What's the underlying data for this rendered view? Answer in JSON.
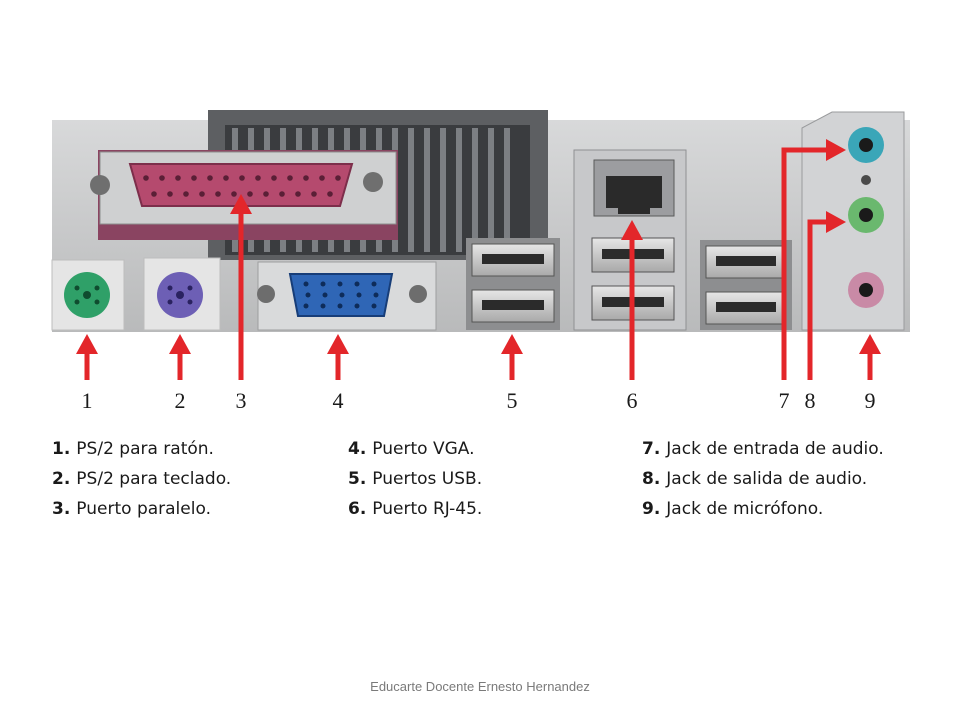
{
  "colors": {
    "arrow": "#e3262a",
    "panel": "#c9cacb",
    "ps2_mouse": "#2fa068",
    "ps2_keyboard": "#6d5fb5",
    "parallel": "#b54a6e",
    "vga": "#2f66b6",
    "audio_in": "#3aa6b8",
    "audio_out": "#6ab86e",
    "mic": "#c98aa6"
  },
  "numbers": [
    "1",
    "2",
    "3",
    "4",
    "5",
    "6",
    "7",
    "8",
    "9"
  ],
  "legend": {
    "col1": [
      {
        "num": "1.",
        "text": "PS/2 para ratón."
      },
      {
        "num": "2.",
        "text": "PS/2 para teclado."
      },
      {
        "num": "3.",
        "text": "Puerto paralelo."
      }
    ],
    "col2": [
      {
        "num": "4.",
        "text": "Puerto VGA."
      },
      {
        "num": "5.",
        "text": "Puertos USB."
      },
      {
        "num": "6.",
        "text": "Puerto RJ-45."
      }
    ],
    "col3": [
      {
        "num": "7.",
        "text": "Jack de entrada de audio."
      },
      {
        "num": "8.",
        "text": "Jack de salida de audio."
      },
      {
        "num": "9.",
        "text": "Jack de micrófono."
      }
    ]
  },
  "footer": "Educarte Docente Ernesto Hernandez"
}
